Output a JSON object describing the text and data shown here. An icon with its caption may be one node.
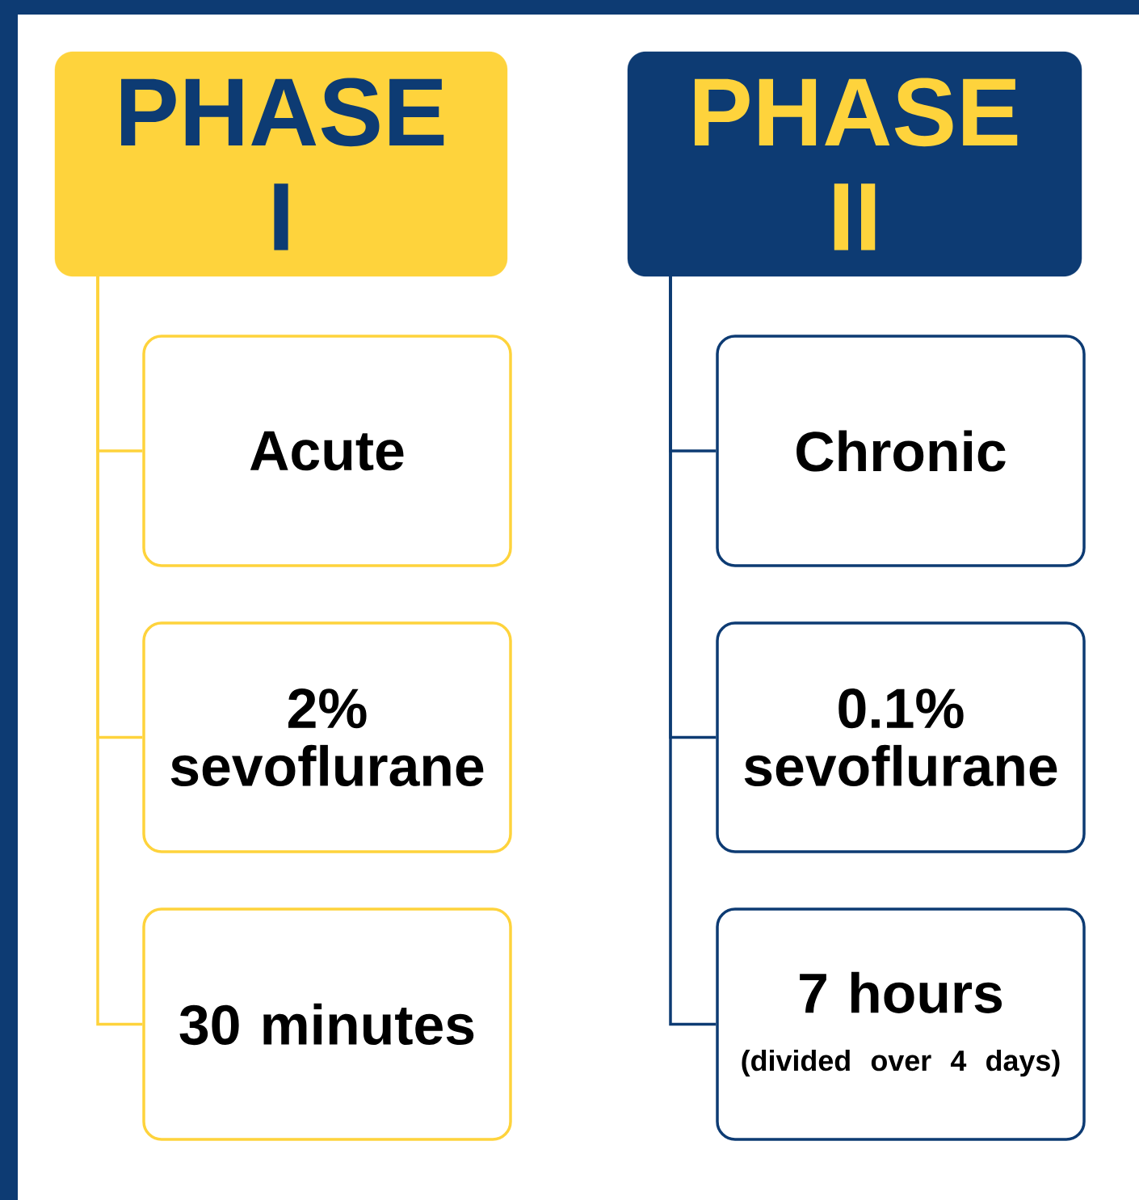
{
  "diagram": {
    "nodes": [
      {
        "text": [
          "PHASE I"
        ]
      },
      {
        "text": [
          "Acute"
        ]
      },
      {
        "text": [
          "2% sevoflurane"
        ]
      },
      {
        "text": [
          "30 minutes"
        ]
      },
      {
        "text": [
          "PHASE II"
        ]
      },
      {
        "text": [
          "Chronic"
        ]
      },
      {
        "text": [
          "0.1% sevoflurane"
        ]
      },
      {
        "text": [
          "7 hours",
          "(divided over 4 days)"
        ]
      }
    ],
    "edges": [
      {
        "from": 0,
        "to": 1,
        "arrow": "none",
        "color": "#fed33c"
      },
      {
        "from": 0,
        "to": 2,
        "arrow": "none",
        "color": "#fed33c"
      },
      {
        "from": 0,
        "to": 3,
        "arrow": "none",
        "color": "#fed33c"
      },
      {
        "from": 4,
        "to": 5,
        "arrow": "none",
        "color": "#0d3b73"
      },
      {
        "from": 4,
        "to": 6,
        "arrow": "none",
        "color": "#0d3b73"
      },
      {
        "from": 4,
        "to": 7,
        "arrow": "none",
        "color": "#0d3b73"
      }
    ]
  }
}
